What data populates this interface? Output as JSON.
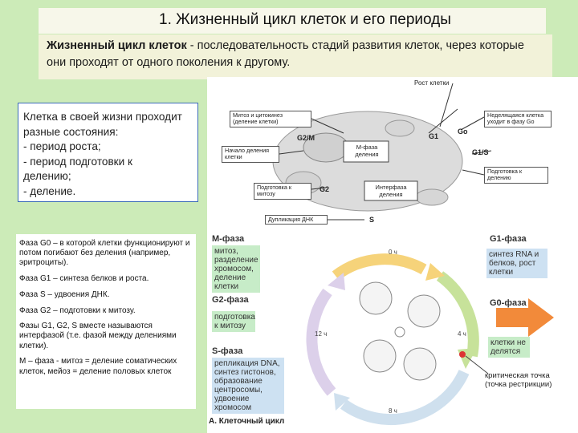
{
  "slide": {
    "title": "1. Жизненный цикл клеток и его периоды",
    "definition": {
      "term": "Жизненный цикл клеток",
      "text": " - последовательность стадий развития клеток, через которые они проходят от одного поколения к другому."
    },
    "states_box": {
      "lines": [
        "Клетка в своей жизни проходит",
        "разные состояния:",
        "- период роста;",
        "- период подготовки к",
        "делению;",
        "- деление."
      ]
    },
    "phases": [
      "Фаза G0 – в которой клетки функционируют и потом погибают без деления (например, эритроциты).",
      "Фаза G1 – синтеза белков и роста.",
      "Фаза S – удвоения ДНК.",
      "Фаза G2 – подготовки к митозу.",
      "Фазы G1, G2, S вместе называются интерфазой (т.е. фазой между делениями клетки).",
      "М – фаза - митоз = деление соматических клеток, мейоз = деление половых клеток"
    ]
  },
  "top_diagram": {
    "labels": {
      "growth": "Рост клетки",
      "mitosis_box": "Митоз и цитокинез (деление клетки)",
      "start_div": "Начало деления клетки",
      "prep_mitosis": "Подготовка к митозу",
      "dna_dup": "Дупликация ДНК",
      "nondiv": "Неделящаяся клетка уходит в фазу Go",
      "prep_div": "Подготовка к делению",
      "mphase": "М-фаза деления",
      "interphase": "Интерфаза деления"
    },
    "phase_marks": {
      "g2m": "G2/M",
      "g1": "G1",
      "g0": "Go",
      "g1s": "G1/S",
      "g2": "G2",
      "s": "S"
    }
  },
  "bottom_diagram": {
    "phases": {
      "m": "М-фаза",
      "g2": "G2-фаза",
      "s": "S-фаза",
      "g1": "G1-фаза",
      "g0": "G0-фаза"
    },
    "boxes": {
      "m": "митоз, разделение хромосом, деление клетки",
      "g2": "подготовка к митозу",
      "s": "репликация DNA, синтез гистонов, образование центросомы, удвоение хромосом",
      "g1": "синтез RNA и белков, рост клетки",
      "g0": "клетки не делятся",
      "checkpoint": "критическая точка (точка рестрикции)"
    },
    "hours": {
      "h0": "0 ч",
      "h4": "4 ч",
      "h8": "8 ч",
      "h12": "12 ч"
    },
    "caption": "А. Клеточный цикл"
  }
}
